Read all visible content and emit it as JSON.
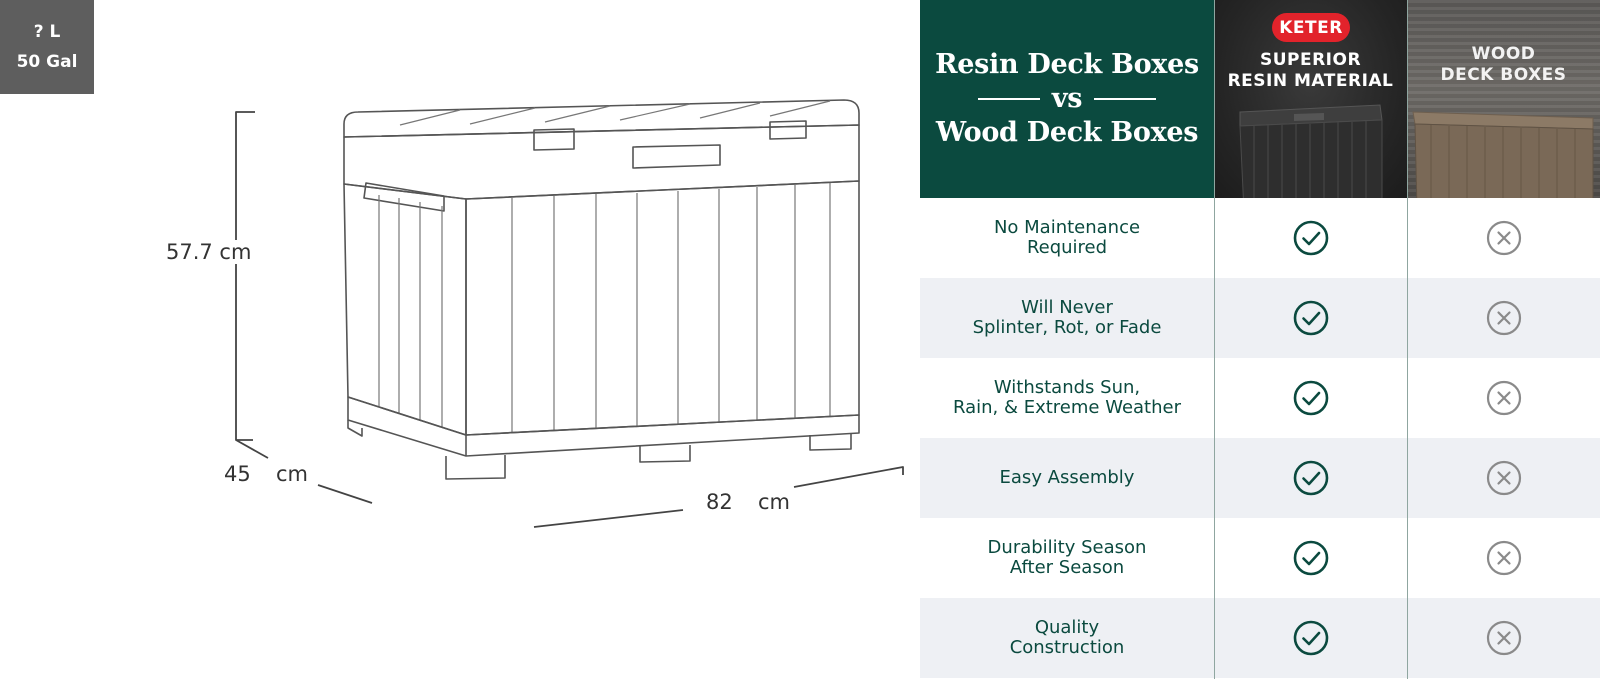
{
  "badge": {
    "line1": "? L",
    "line2": "50 Gal"
  },
  "dimensions": {
    "height": "57.7 cm",
    "depth_value": "45",
    "depth_unit": "cm",
    "width_value": "82",
    "width_unit": "cm"
  },
  "comparison": {
    "title_line1": "Resin Deck Boxes",
    "title_vs": "vs",
    "title_line2": "Wood Deck Boxes",
    "brand_logo": "KETER",
    "resin_header_line1": "SUPERIOR",
    "resin_header_line2": "RESIN MATERIAL",
    "wood_header_line1": "WOOD",
    "wood_header_line2": "DECK BOXES",
    "features": [
      {
        "label": "No Maintenance\nRequired",
        "resin": "check-icon",
        "wood": "x-icon"
      },
      {
        "label": "Will Never\nSplinter, Rot, or Fade",
        "resin": "check-icon",
        "wood": "x-icon"
      },
      {
        "label": "Withstands Sun,\nRain, & Extreme Weather",
        "resin": "check-icon",
        "wood": "x-icon"
      },
      {
        "label": "Easy Assembly",
        "resin": "check-icon",
        "wood": "x-icon"
      },
      {
        "label": "Durability Season\nAfter Season",
        "resin": "check-icon",
        "wood": "x-icon"
      },
      {
        "label": "Quality\nConstruction",
        "resin": "check-icon",
        "wood": "x-icon"
      }
    ]
  },
  "colors": {
    "brand_green": "#0b4a3f",
    "keter_red": "#e2232b",
    "x_gray": "#8a8a8a",
    "row_shade": "#eef0f4"
  }
}
